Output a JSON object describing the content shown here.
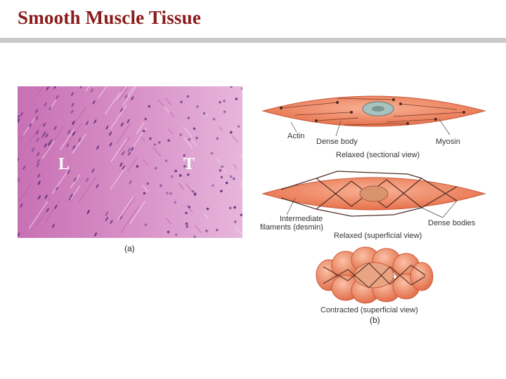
{
  "slide": {
    "title": "Smooth Muscle Tissue"
  },
  "micrograph": {
    "label_left": "L",
    "label_right": "T",
    "caption": "(a)"
  },
  "diagram": {
    "relaxed_section": {
      "label_actin": "Actin",
      "label_dense_body": "Dense body",
      "label_myosin": "Myosin",
      "caption": "Relaxed (sectional view)"
    },
    "relaxed_superficial": {
      "label_intermediate_1": "Intermediate",
      "label_intermediate_2": "filaments (desmin)",
      "label_dense_bodies": "Dense bodies",
      "caption": "Relaxed (superficial view)"
    },
    "contracted": {
      "caption": "Contracted (superficial view)"
    },
    "caption": "(b)"
  },
  "colors": {
    "title": "#8b1a1a",
    "rule": "#c9c9c9",
    "tissue_pink": "#d98cc4",
    "cell_orange": "#f08a66",
    "nucleus": "#9fb7b4"
  }
}
